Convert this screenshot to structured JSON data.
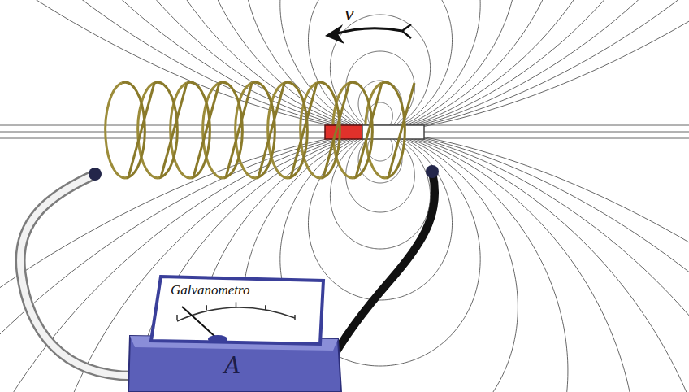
{
  "diagram": {
    "nodes": [
      {
        "text": [
          "Galvanometro",
          "A"
        ]
      }
    ],
    "labels": [
      "v"
    ]
  }
}
